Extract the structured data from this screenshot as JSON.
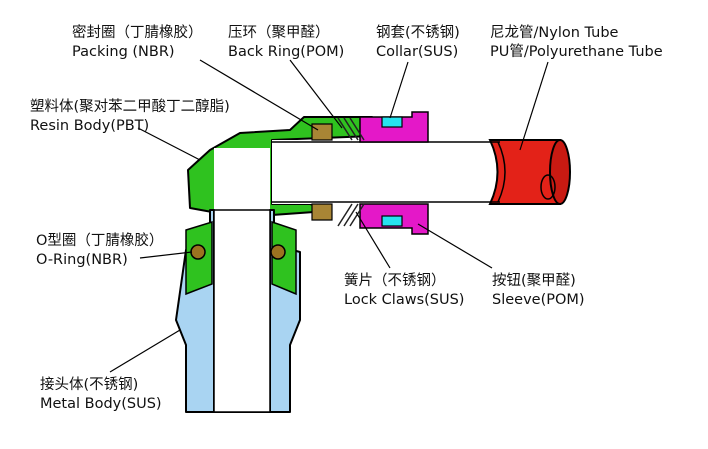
{
  "labels": {
    "packing": {
      "zh": "密封圈（丁腈橡胶）",
      "en": "Packing (NBR)"
    },
    "backring": {
      "zh": "压环（聚甲醛）",
      "en": "Back Ring(POM)"
    },
    "collar": {
      "zh": "钢套(不锈钢)",
      "en": "Collar(SUS)"
    },
    "tube": {
      "zh": "尼龙管/Nylon Tube",
      "en": "PU管/Polyurethane Tube"
    },
    "resinbody": {
      "zh": "塑料体(聚对苯二甲酸丁二醇脂)",
      "en": "Resin Body(PBT)"
    },
    "oring": {
      "zh": "O型圈（丁腈橡胶）",
      "en": "O-Ring(NBR)"
    },
    "lockclaws": {
      "zh": "簧片（不锈钢）",
      "en": "Lock Claws(SUS)"
    },
    "sleeve": {
      "zh": "按钮(聚甲醛)",
      "en": "Sleeve(POM)"
    },
    "metalbody": {
      "zh": "接头体(不锈钢)",
      "en": "Metal Body(SUS)"
    }
  },
  "colors": {
    "resin_body": "#2fc21f",
    "metal_body": "#a9d4f2",
    "collar": "#27e3f0",
    "sleeve": "#e418c8",
    "tube": "#e32218",
    "o_ring": "#9b7320",
    "packing": "#a88535",
    "outline": "#000000"
  }
}
